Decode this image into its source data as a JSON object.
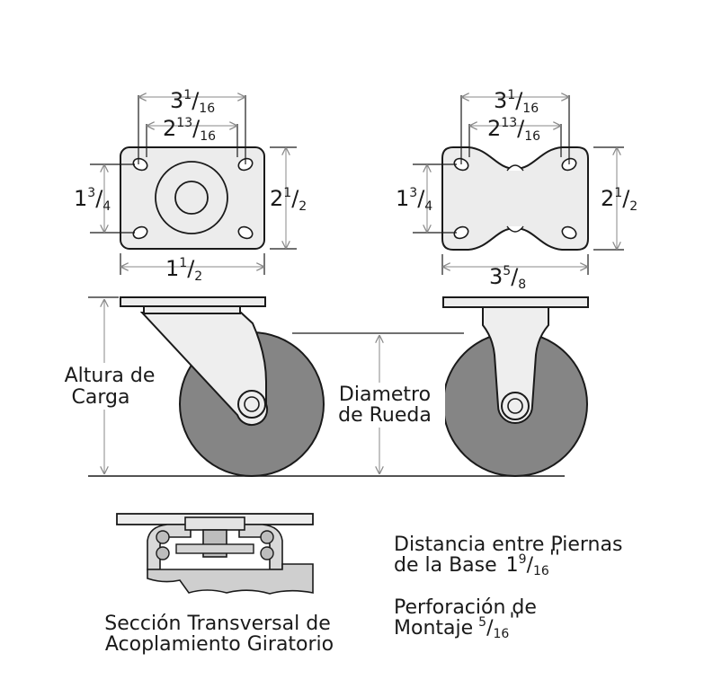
{
  "swivel_plate": {
    "width_outer": {
      "whole": "3",
      "num": "1",
      "den": "16"
    },
    "width_holes": {
      "whole": "2",
      "num": "13",
      "den": "16"
    },
    "height_holes": {
      "whole": "1",
      "num": "3",
      "den": "4"
    },
    "height_outer": {
      "whole": "2",
      "num": "1",
      "den": "2"
    },
    "bottom": {
      "whole": "1",
      "num": "1",
      "den": "2"
    }
  },
  "rigid_plate": {
    "width_outer": {
      "whole": "3",
      "num": "1",
      "den": "16"
    },
    "width_holes": {
      "whole": "2",
      "num": "13",
      "den": "16"
    },
    "height_holes": {
      "whole": "1",
      "num": "3",
      "den": "4"
    },
    "height_outer": {
      "whole": "2",
      "num": "1",
      "den": "2"
    },
    "bottom": {
      "whole": "3",
      "num": "5",
      "den": "8"
    }
  },
  "labels": {
    "load_height_1": "Altura de",
    "load_height_2": "Carga",
    "wheel_diameter_1": "Diametro",
    "wheel_diameter_2": "de Rueda",
    "section_1": "Sección Transversal de",
    "section_2": "Acoplamiento Giratorio",
    "leg_distance_1": "Distancia entre Piernas",
    "leg_distance_2": "de la Base",
    "leg_distance_whole": "1",
    "leg_distance_num": "9",
    "leg_distance_den": "16",
    "leg_distance_unit": "''",
    "mount_hole_1": "Perforación de",
    "mount_hole_2": "Montaje",
    "mount_hole_num": "5",
    "mount_hole_den": "16",
    "mount_hole_unit": "''"
  },
  "colors": {
    "plate_fill": "#ececec",
    "wheel_fill": "#858585",
    "line": "#1a1a1a",
    "dimension_line": "#8a8a8a"
  }
}
